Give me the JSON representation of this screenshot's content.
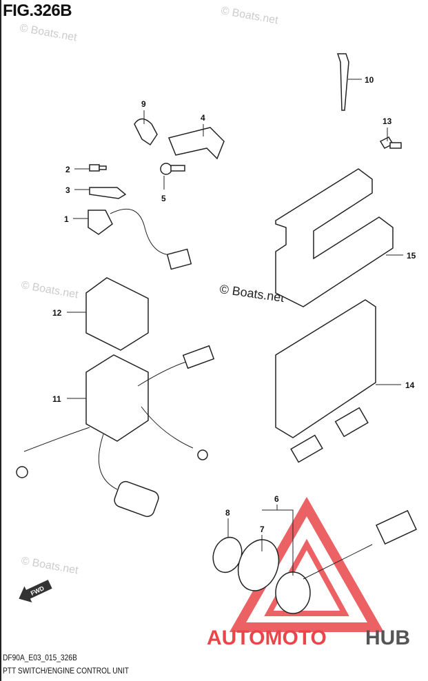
{
  "figure": {
    "title": "FIG.326B",
    "code": "DF90A_E03_015_326B",
    "caption": "PTT SWITCH/ENGINE CONTROL UNIT"
  },
  "callouts": [
    "1",
    "2",
    "3",
    "4",
    "5",
    "6",
    "7",
    "8",
    "9",
    "10",
    "11",
    "12",
    "13",
    "14",
    "15"
  ],
  "watermark": {
    "text": "© Boats.net",
    "color": "#cccccc"
  },
  "fwd_label": "FWD",
  "logo": {
    "part1": "AUTOMOTO",
    "part2": "HUB",
    "color1": "#e8464a",
    "color2": "#555555"
  }
}
